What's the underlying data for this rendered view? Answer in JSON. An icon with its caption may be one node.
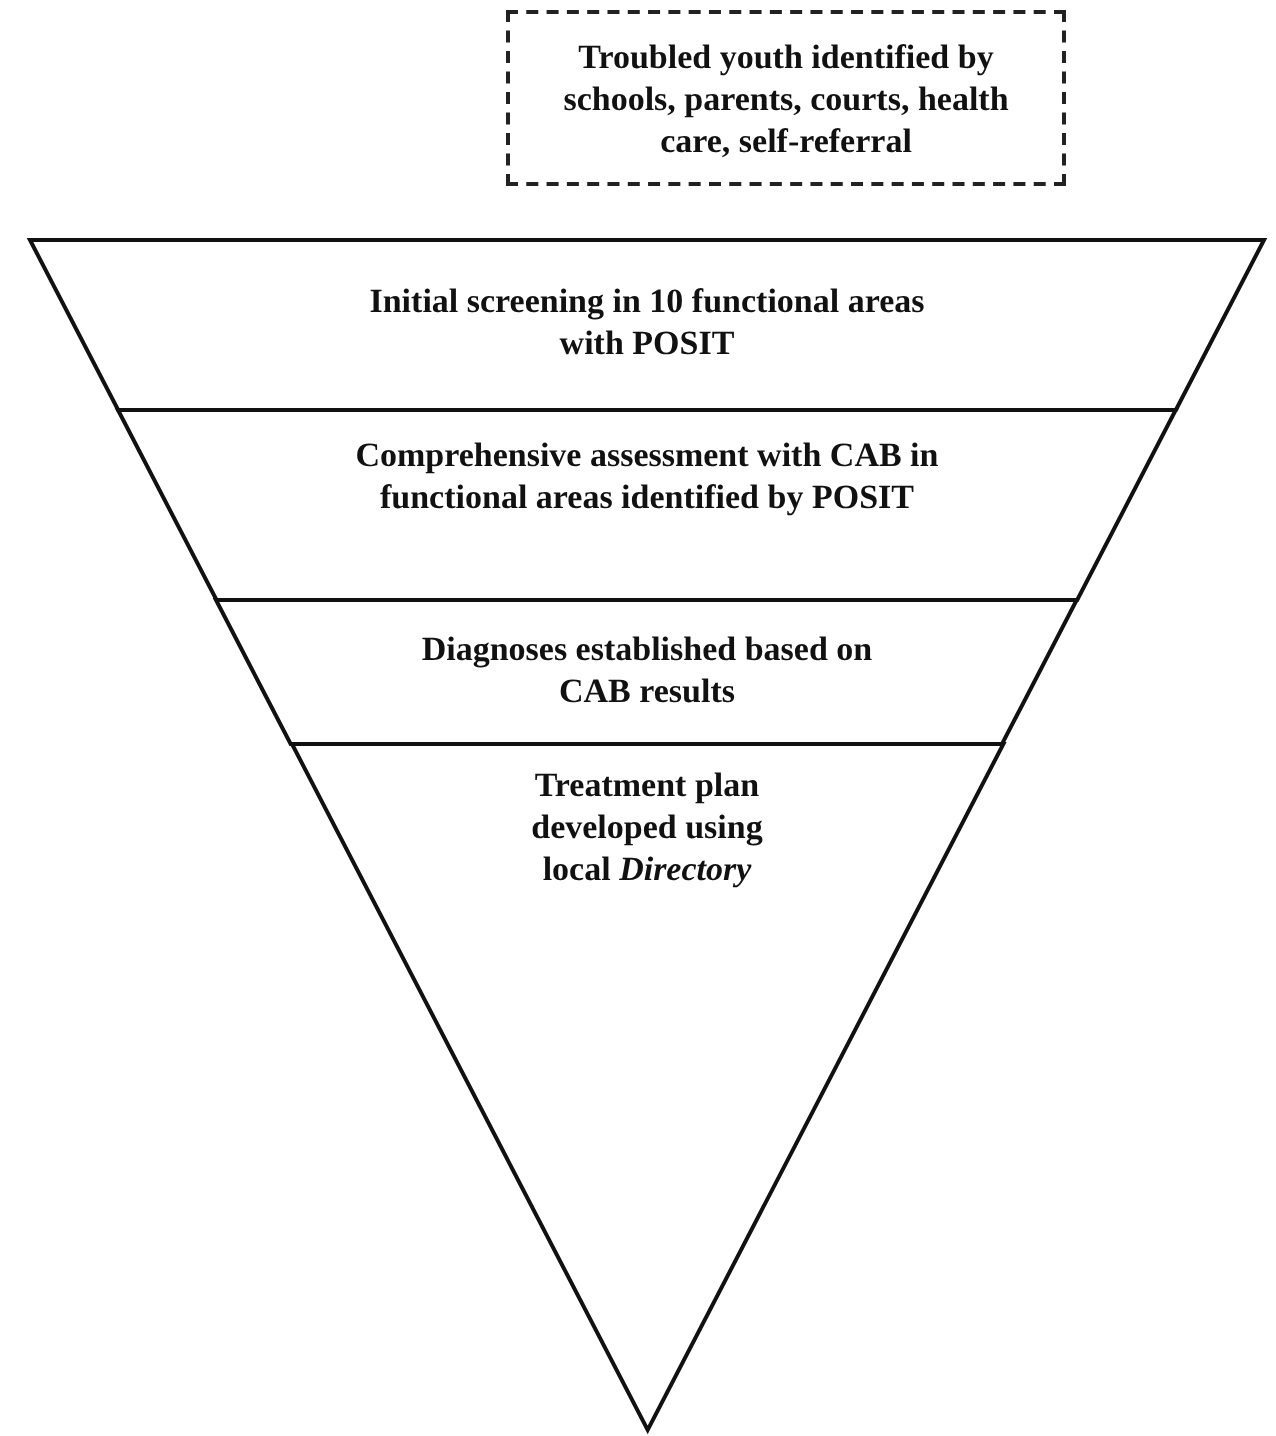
{
  "diagram": {
    "nodes": [
      {
        "text": [
          "Troubled youth identified by schools, parents, courts, health care, self-referral"
        ]
      },
      {
        "text": [
          "Initial screening in 10 functional areas with POSIT"
        ]
      },
      {
        "text": [
          "Comprehensive assessment with CAB in functional areas identified by POSIT"
        ]
      },
      {
        "text": [
          "Diagnoses established based on CAB results"
        ]
      },
      {
        "text": [
          "Treatment plan developed using local *Directory*"
        ]
      }
    ],
    "edges": []
  }
}
